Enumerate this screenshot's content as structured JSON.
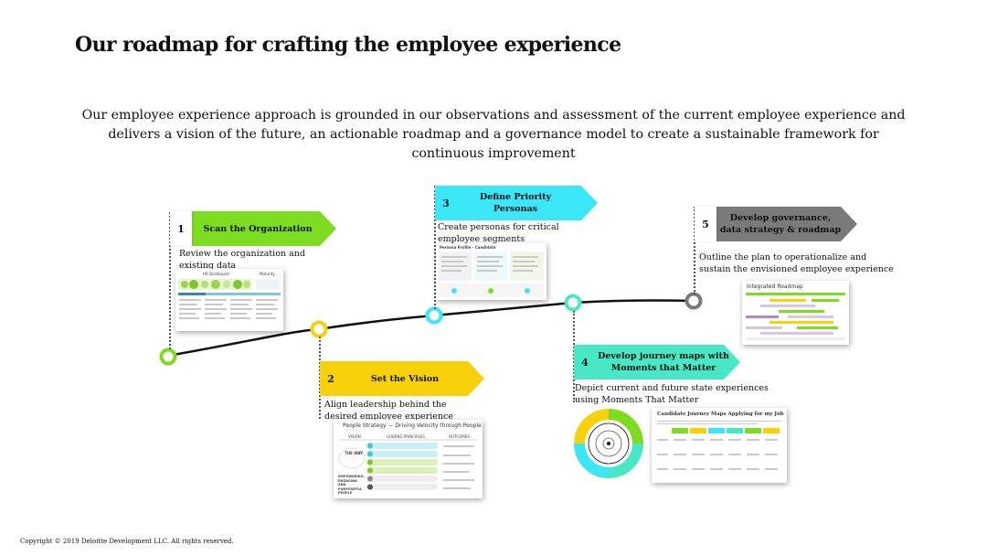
{
  "title": "Our roadmap for crafting the employee experience",
  "intro": "Our employee experience approach is grounded in our observations and assessment of the current employee experience and delivers a vision of the future, an actionable roadmap and a governance model to create a sustainable framework for continuous improvement",
  "colors": {
    "step1": "#7ddc1f",
    "step2": "#f9d10a",
    "step3": "#3be6f6",
    "step4": "#48e8c6",
    "step5": "#7a7a7a",
    "timeline": "#111111"
  },
  "steps": [
    {
      "number": "1",
      "label": "Scan the Organization",
      "description": "Review the organization and existing data"
    },
    {
      "number": "2",
      "label": "Set the Vision",
      "description": "Align leadership behind the desired employee experience"
    },
    {
      "number": "3",
      "label": "Define Priority Personas",
      "description": "Create personas for critical employee segments"
    },
    {
      "number": "4",
      "label": "Develop journey maps with Moments that Matter",
      "description": "Depict current and future state experiences using Moments That Matter"
    },
    {
      "number": "5",
      "label": "Develop governance, data strategy & roadmap",
      "description": "Outline the plan to operationalize and sustain the envisioned employee experience"
    }
  ],
  "thumbnails": {
    "scan": {
      "headers": [
        "HR Dashboard",
        "Maturity"
      ]
    },
    "vision": {
      "title": "People Strategy — Driving Velocity through People",
      "columns": [
        "VISION",
        "GUIDING PRINCIPLES",
        "OUTCOMES"
      ],
      "left_labels": [
        "THE WAY",
        "EMPOWERING, ENGAGING AND PURPOSEFUL PEOPLE"
      ]
    },
    "personas": {
      "title": "Persona Profile · Candidate"
    },
    "journey": {
      "title": "Candidate Journey Maps Applying for my Job"
    },
    "roadmap": {
      "title": "Integrated Roadmap"
    }
  },
  "copyright": "Copyright © 2019 Deloitte Development LLC. All rights reserved."
}
